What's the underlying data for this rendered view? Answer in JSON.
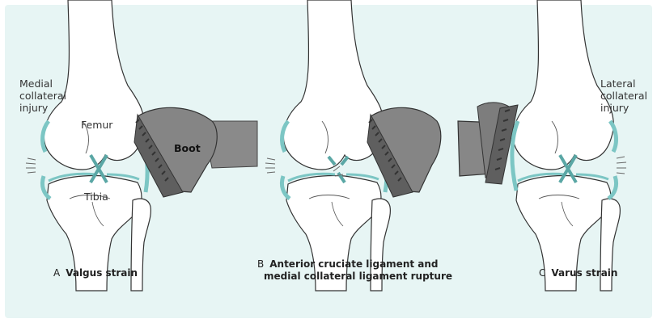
{
  "colors": {
    "background": "#e7f5f4",
    "bone_fill": "#ffffff",
    "bone_outline": "#333333",
    "ligament": "#7cc6c4",
    "boot": "#808080",
    "boot_dark": "#5f5f5f"
  },
  "labels": {
    "medial": "Medial\ncollateral\ninjury",
    "lateral": "Lateral\ncollateral\ninjury",
    "femur": "Femur",
    "tibia": "Tibia",
    "boot": "Boot"
  },
  "captions": {
    "a_letter": "A",
    "a_title": "Valgus strain",
    "b_letter": "B",
    "b_line1": "Anterior cruciate ligament and",
    "b_line2": "medial collateral ligament rupture",
    "c_letter": "C",
    "c_title": "Varus strain"
  }
}
